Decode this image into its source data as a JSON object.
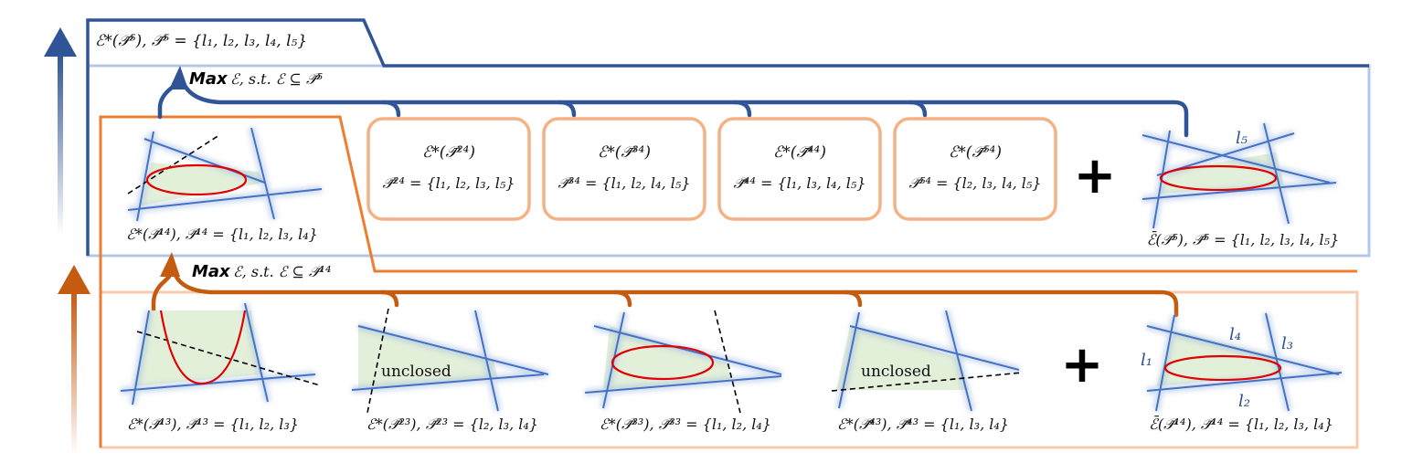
{
  "top_level": {
    "header": "ℰ*(𝒫̄⁵),  𝒫̄⁵ = {l₁, l₂, l₃, l₄, l₅}",
    "max_keyword": "Max",
    "max_constraint": "ℰ,  s.t. ℰ ⊆ 𝒫̄⁵",
    "subsets": [
      {
        "title": "ℰ*(𝒫̄²⁴)",
        "set": "𝒫̄²⁴ = {l₁, l₂, l₃, l₅}"
      },
      {
        "title": "ℰ*(𝒫̄³⁴)",
        "set": "𝒫̄³⁴ = {l₁, l₂, l₄, l₅}"
      },
      {
        "title": "ℰ*(𝒫̄⁴⁴)",
        "set": "𝒫̄⁴⁴ = {l₁, l₃, l₄, l₅}"
      },
      {
        "title": "ℰ*(𝒫̄⁵⁴)",
        "set": "𝒫̄⁵⁴ = {l₂, l₃, l₄, l₅}"
      }
    ],
    "plus": "+",
    "final_label": "ℰ̄(𝒫̄⁵), 𝒫̄⁵ = {l₁, l₂, l₃, l₄, l₅}",
    "line_label_l5": "l₅"
  },
  "mid_level": {
    "header": "ℰ*(𝒫̄¹⁴), 𝒫̄¹⁴ = {l₁, l₂, l₃, l₄}",
    "max_keyword": "Max",
    "max_constraint": "ℰ,  s.t. ℰ ⊆ 𝒫̄¹⁴"
  },
  "bottom_level": {
    "panels": [
      {
        "label": "ℰ*(𝒫̄¹³), 𝒫̄¹³ = {l₁, l₂, l₃}",
        "text": ""
      },
      {
        "label": "ℰ*(𝒫̄²³), 𝒫̄²³ = {l₂, l₃, l₄}",
        "text": "unclosed"
      },
      {
        "label": "ℰ*(𝒫̄³³), 𝒫̄³³ = {l₁, l₂, l₄}",
        "text": ""
      },
      {
        "label": "ℰ*(𝒫̄⁴³), 𝒫̄⁴³ = {l₁, l₃, l₄}",
        "text": "unclosed"
      }
    ],
    "plus": "+",
    "final_label": "ℰ̄(𝒫̄¹⁴), 𝒫̄¹⁴ = {l₁, l₂, l₃, l₄}",
    "line_labels": {
      "l1": "l₁",
      "l2": "l₂",
      "l3": "l₃",
      "l4": "l₄"
    }
  },
  "colors": {
    "blue": "#2f5597",
    "blue_light": "#b4c7e7",
    "orange": "#c55a11",
    "orange_mid": "#ed7d31",
    "orange_light": "#f4b183",
    "orange_pale": "#f8cbad",
    "ellipse": "#e00000",
    "fill": "#e2efd9",
    "line": "#4472c4"
  }
}
